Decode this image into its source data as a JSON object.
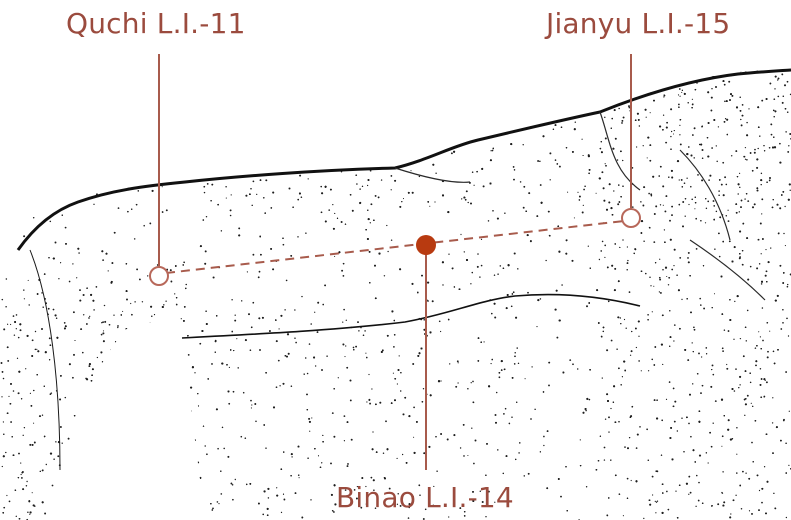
{
  "points": [
    {
      "id": "quchi",
      "label": "Quchi L.I.-11",
      "style": "open"
    },
    {
      "id": "binao",
      "label": "Binao L.I.-14",
      "style": "filled"
    },
    {
      "id": "jianyu",
      "label": "Jianyu L.I.-15",
      "style": "open"
    }
  ],
  "colors": {
    "label_text": "#9b4b3e",
    "leader_line": "#a85b4c",
    "open_point_stroke": "#b8685a",
    "filled_point": "#b83a10",
    "skin_outline": "#111111",
    "stipple": "#1e1e1e"
  }
}
